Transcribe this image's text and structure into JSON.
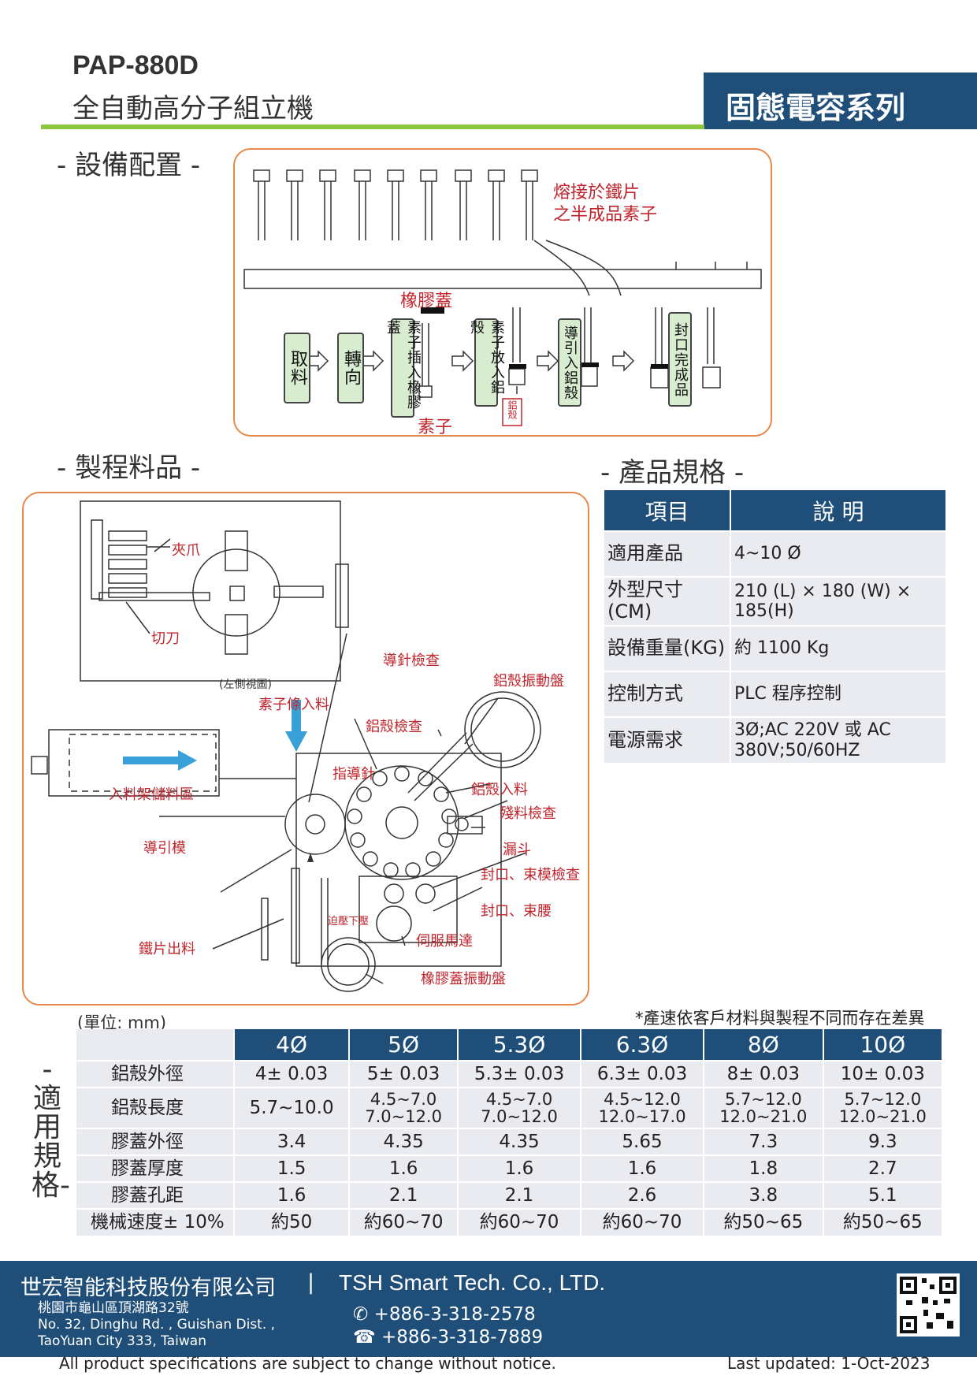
{
  "header": {
    "model": "PAP-880D",
    "subtitle": "全自動高分子組立機",
    "series": "固態電容系列"
  },
  "sections": {
    "layout": "- 設備配置 -",
    "process": "- 製程料品 -",
    "spec": "- 產品規格 -"
  },
  "layout_diagram": {
    "weld_label_1": "熔接於鐵片",
    "weld_label_2": "之半成品素子",
    "rubber_cap": "橡膠蓋",
    "element": "素子",
    "alum_case": "鋁殼",
    "steps": [
      "取料",
      "轉向",
      "素子插入橡膠蓋",
      "素子放入鋁殼",
      "導引入鋁殼",
      "封口完成品"
    ]
  },
  "process_diagram": {
    "labels": {
      "claw": "夾爪",
      "cutter": "切刀",
      "side_view": "(左側視圖)",
      "element_strip_feed": "素子條入料",
      "guide_pin_check": "導針檢查",
      "case_vibrator": "鋁殼振動盤",
      "case_check": "鋁殼檢查",
      "guide_pin": "指導針",
      "case_feed": "鋁殼入料",
      "residue_check": "殘料檢查",
      "feed_rack": "入料架儲料區",
      "guide_die": "導引模",
      "funnel": "漏斗",
      "seal_die_check": "封口、束模檢查",
      "seal_waist": "封口、束腰",
      "press_down": "迫壓下壓",
      "servo_motor": "伺服馬達",
      "iron_out": "鐵片出料",
      "cap_vibrator": "橡膠蓋振動盤"
    }
  },
  "product_spec": {
    "headers": [
      "項目",
      "說 明"
    ],
    "rows": [
      {
        "item": "適用產品",
        "value": "4~10 Ø"
      },
      {
        "item": "外型尺寸\n(CM)",
        "value": "210 (L) × 180 (W) ×\n185(H)"
      },
      {
        "item": "設備重量(KG)",
        "value": "約 1100 Kg"
      },
      {
        "item": "控制方式",
        "value": "PLC 程序控制"
      },
      {
        "item": "電源需求",
        "value": "3Ø;AC 220V 或 AC\n380V;50/60HZ"
      }
    ]
  },
  "applicable_spec": {
    "title": "-適用規格-",
    "unit_note": "(單位: mm)",
    "speed_note": "*產速依客戶材料與製程不同而存在差異",
    "columns": [
      "4Ø",
      "5Ø",
      "5.3Ø",
      "6.3Ø",
      "8Ø",
      "10Ø"
    ],
    "rows": [
      {
        "label": "鋁殼外徑",
        "values": [
          "4± 0.03",
          "5± 0.03",
          "5.3± 0.03",
          "6.3± 0.03",
          "8± 0.03",
          "10± 0.03"
        ]
      },
      {
        "label": "鋁殼長度",
        "values": [
          "5.7~10.0",
          "4.5~7.0\n7.0~12.0",
          "4.5~7.0\n7.0~12.0",
          "4.5~12.0\n12.0~17.0",
          "5.7~12.0\n12.0~21.0",
          "5.7~12.0\n12.0~21.0"
        ]
      },
      {
        "label": "膠蓋外徑",
        "values": [
          "3.4",
          "4.35",
          "4.35",
          "5.65",
          "7.3",
          "9.3"
        ]
      },
      {
        "label": "膠蓋厚度",
        "values": [
          "1.5",
          "1.6",
          "1.6",
          "1.6",
          "1.8",
          "2.7"
        ]
      },
      {
        "label": "膠蓋孔距",
        "values": [
          "1.6",
          "2.1",
          "2.1",
          "2.6",
          "3.8",
          "5.1"
        ]
      },
      {
        "label": "機械速度± 10%",
        "values": [
          "約50",
          "約60~70",
          "約60~70",
          "約60~70",
          "約50~65",
          "約50~65"
        ]
      }
    ]
  },
  "footer": {
    "company_zh": "世宏智能科技股份有限公司",
    "separator": "|",
    "company_en": "TSH Smart Tech. Co., LTD.",
    "address_zh": "桃園市龜山區頂湖路32號",
    "address_en_1": "No. 32, Dinghu Rd. , Guishan Dist. ,",
    "address_en_2": "TaoYuan City 333, Taiwan",
    "phone": "+886-3-318-2578",
    "fax": "+886-3-318-7889",
    "notice": "All product specifications are subject to change without notice.",
    "updated": "Last updated: 1-Oct-2023"
  },
  "colors": {
    "navy": "#1f4e79",
    "green": "#8cc63f",
    "orange_frame": "#e8884a",
    "label_red": "#c0242c",
    "cell_bg": "#e9ebf1",
    "step_green": "#d8ecd0"
  }
}
